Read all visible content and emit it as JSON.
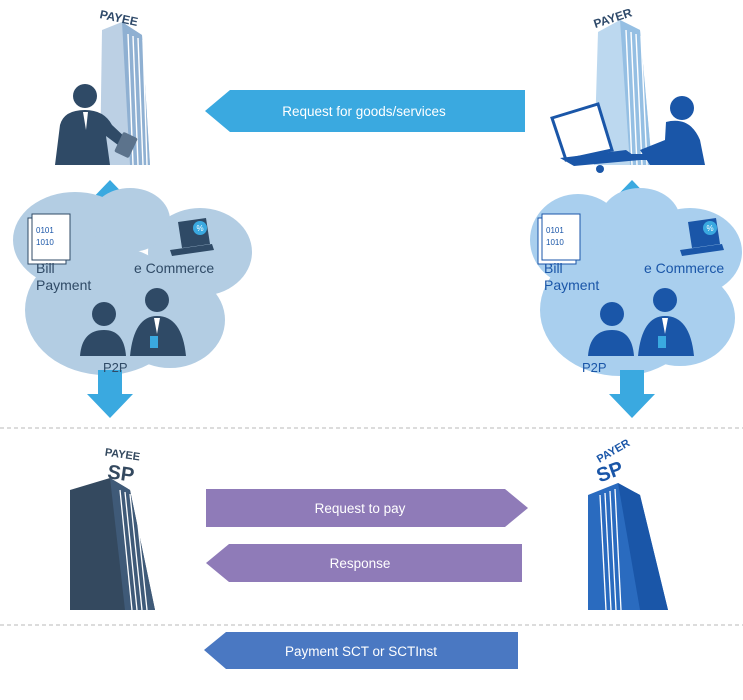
{
  "payee": {
    "label": "PAYEE"
  },
  "payer": {
    "label": "PAYER"
  },
  "payee_sp": {
    "top": "PAYEE",
    "bottom": "SP"
  },
  "payer_sp": {
    "top": "PAYER",
    "bottom": "SP"
  },
  "channels": {
    "bill_payment_line1": "Bill",
    "bill_payment_line2": "Payment",
    "ecommerce": "e Commerce",
    "p2p": "P2P",
    "binary_line1": "0101",
    "binary_line2": "1010",
    "percent": "%"
  },
  "arrows": {
    "request_goods": "Request for goods/services",
    "request_to_pay": "Request to pay",
    "response": "Response",
    "payment": "Payment SCT or SCTInst"
  },
  "colors": {
    "light_blue": "#3aa9e0",
    "cloud_payee": "#b3cde3",
    "cloud_payer": "#a9cfee",
    "purple": "#8f7bb8",
    "mid_blue": "#4a78c2",
    "dark_slate": "#34495f",
    "royal_blue": "#1a56a8",
    "divider": "#b9b9b9"
  }
}
